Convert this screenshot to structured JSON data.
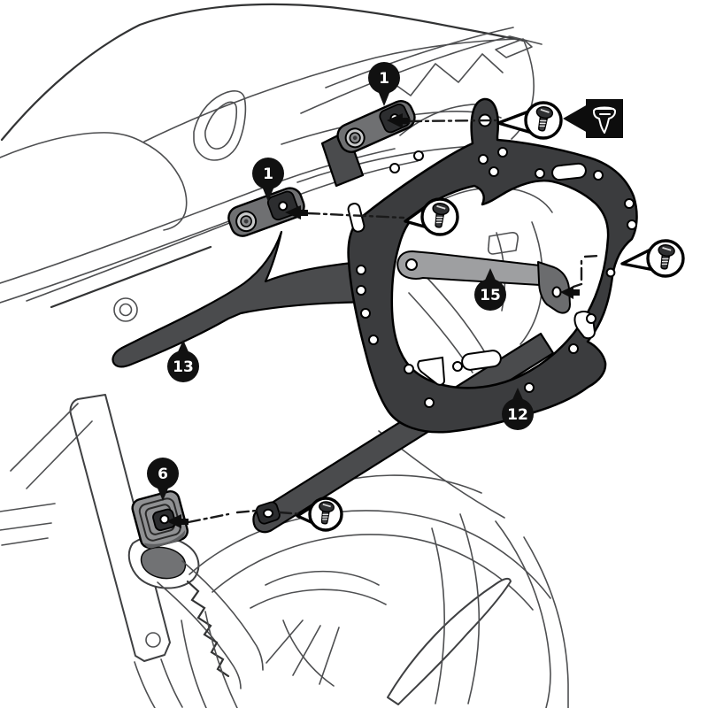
{
  "page": {
    "background": "#ffffff",
    "kind": "exploded-installation-diagram"
  },
  "colors": {
    "background": "#ffffff",
    "line_art": "#4e4f51",
    "carrier_plate": "#3b3c3e",
    "mounting_arm": "#4a4b4d",
    "bracket_gray": "#6f7072",
    "strap_gray": "#9e9fa1",
    "adapter_gray": "#909193",
    "callout_bg": "#111111",
    "callout_text": "#ffffff",
    "outline": "#000000"
  },
  "callouts": [
    {
      "label": "1"
    },
    {
      "label": "1"
    },
    {
      "label": "13"
    },
    {
      "label": "6"
    },
    {
      "label": "15"
    },
    {
      "label": "12"
    }
  ],
  "fasteners": [
    {
      "icon": "pan-head-screw-icon"
    },
    {
      "icon": "pan-head-screw-icon"
    },
    {
      "icon": "pan-head-screw-icon"
    },
    {
      "icon": "pan-head-screw-icon"
    }
  ],
  "inset": {
    "icon": "screw-head-detail-icon"
  },
  "icons": {
    "leader": "dash-dot-alignment-line",
    "arrow": "insert-direction-arrow-icon"
  }
}
